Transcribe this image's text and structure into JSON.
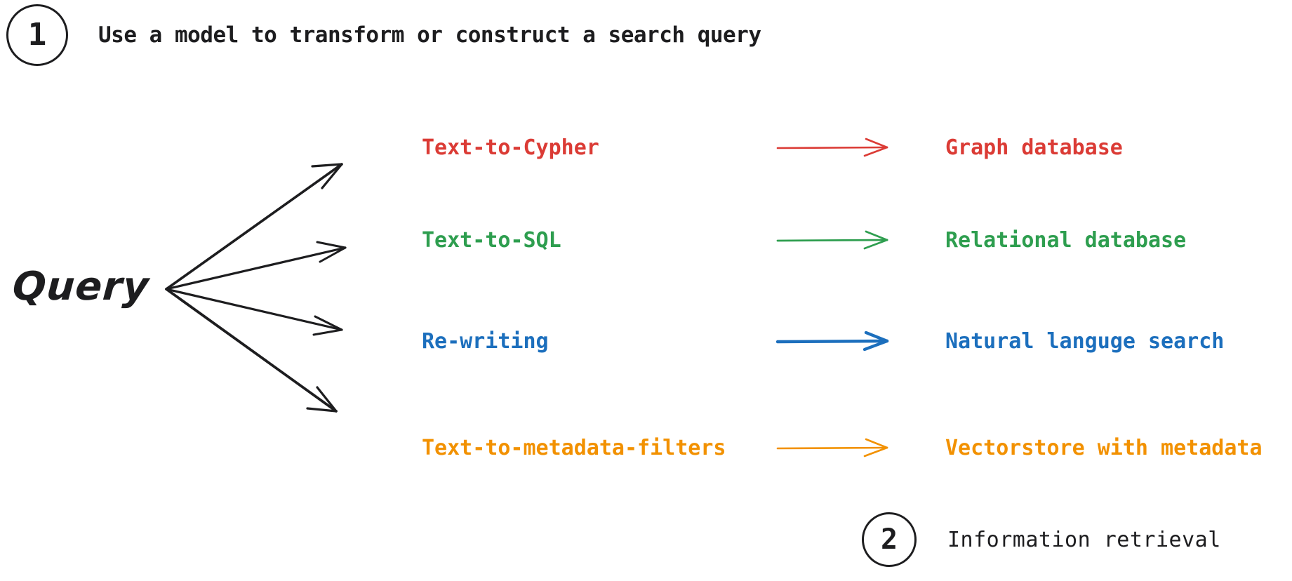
{
  "steps": [
    {
      "number": "1",
      "label": "Use a model to transform or construct a search query"
    },
    {
      "number": "2",
      "label": "Information retrieval"
    }
  ],
  "source": {
    "label": "Query",
    "branch_count": 4
  },
  "colors": {
    "ink": "#1d1d1f",
    "red": "#DB3B35",
    "green": "#2E9E4F",
    "blue": "#1C6FBD",
    "orange": "#F29100",
    "background": "#ffffff"
  },
  "rows": [
    {
      "method": "Text-to-Cypher",
      "target": "Graph database",
      "color": "#DB3B35",
      "arrow": "arrow-right-icon",
      "stroke_width": 2.6
    },
    {
      "method": "Text-to-SQL",
      "target": "Relational database",
      "color": "#2E9E4F",
      "arrow": "arrow-right-icon",
      "stroke_width": 2.8
    },
    {
      "method": "Re-writing",
      "target": "Natural languge search",
      "color": "#1C6FBD",
      "arrow": "arrow-right-icon",
      "stroke_width": 4.4
    },
    {
      "method": "Text-to-metadata-filters",
      "target": "Vectorstore with metadata",
      "color": "#F29100",
      "arrow": "arrow-right-icon",
      "stroke_width": 2.6
    }
  ]
}
